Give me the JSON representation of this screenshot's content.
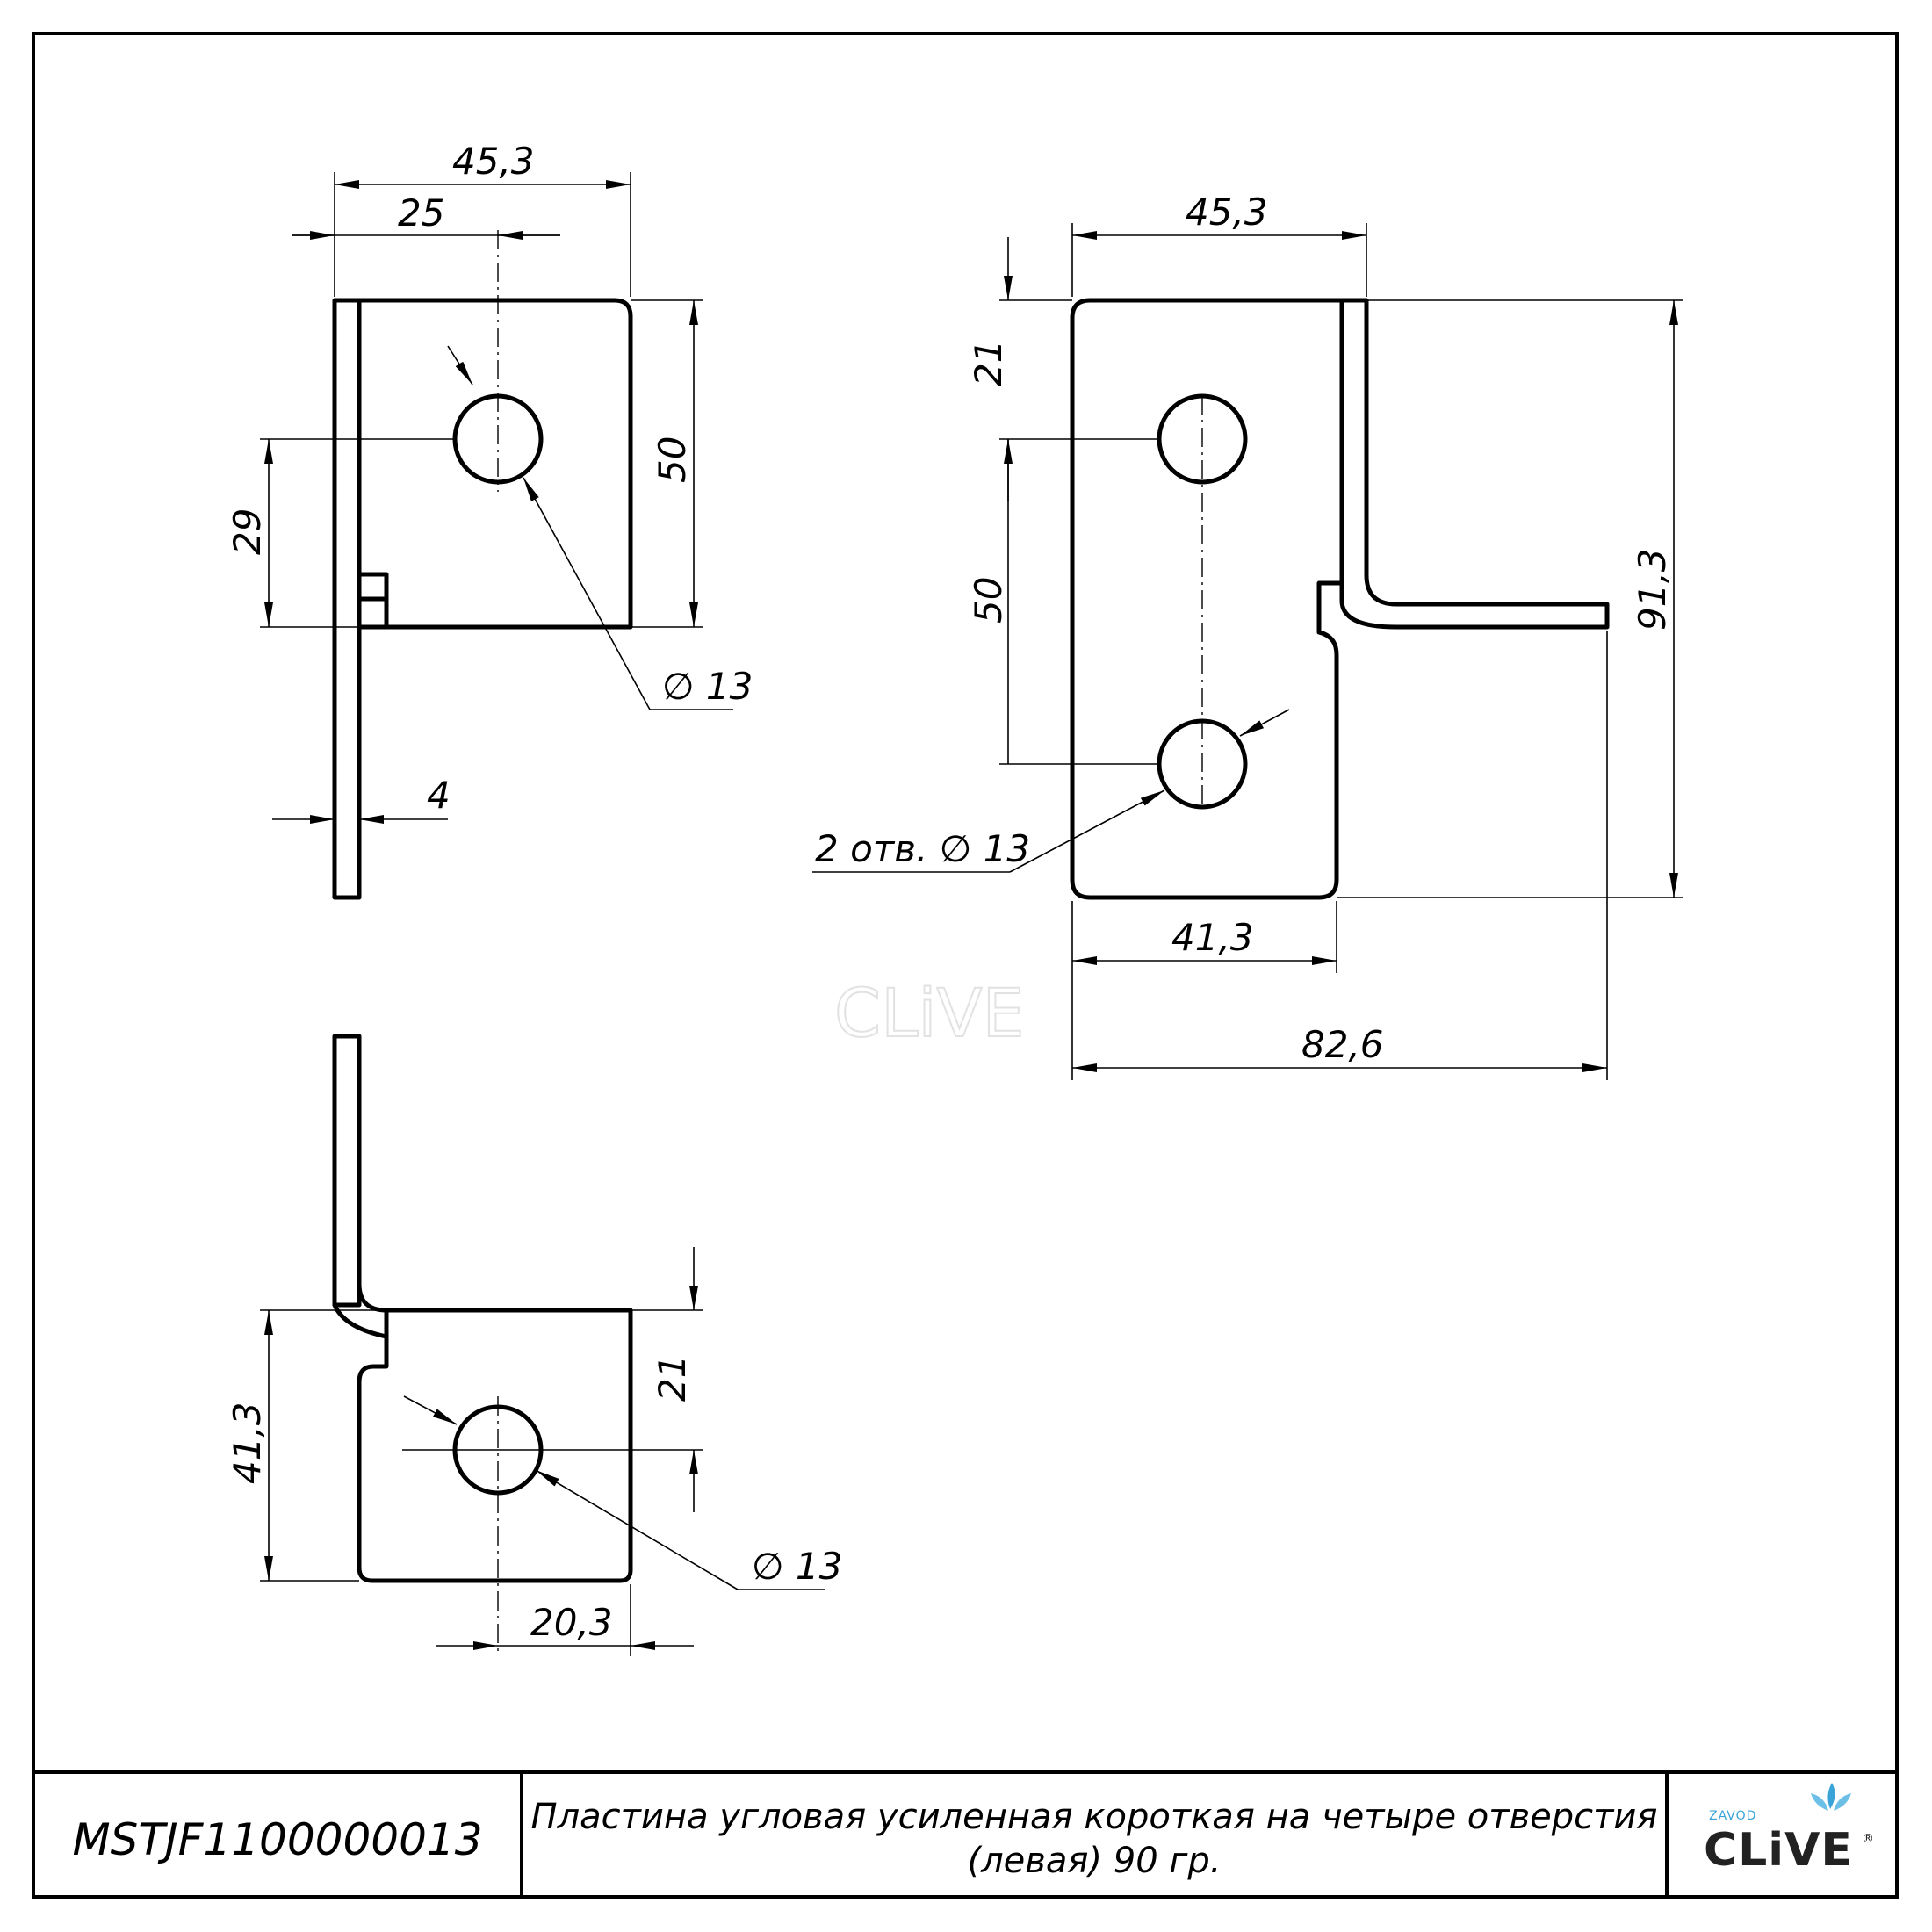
{
  "views": {
    "top_left": {
      "dim_overall_width": "45,3",
      "dim_hole_offset": "25",
      "dim_height": "50",
      "dim_hole_from_bottom": "29",
      "dim_thickness": "4",
      "hole_callout": "∅ 13"
    },
    "top_right": {
      "dim_width": "45,3",
      "dim_hole_from_top": "21",
      "dim_hole_spacing": "50",
      "dim_total_height": "91,3",
      "dim_flange_width": "41,3",
      "dim_total_width": "82,6",
      "holes_callout": "2 отв. ∅ 13"
    },
    "bottom_left": {
      "dim_height": "41,3",
      "dim_hole_from_top": "21",
      "dim_hole_offset": "20,3",
      "hole_callout": "∅ 13"
    }
  },
  "watermark": "CLiVE",
  "title_block": {
    "code": "MSTJF1100000013",
    "description_line1": "Пластина угловая усиленная короткая на четыре отверстия",
    "description_line2": "(левая) 90 гр.",
    "logo_small": "ZAVOD",
    "logo_main": "CLiVE",
    "logo_mark": "®",
    "logo_accent_color": "#3aa4d8"
  }
}
